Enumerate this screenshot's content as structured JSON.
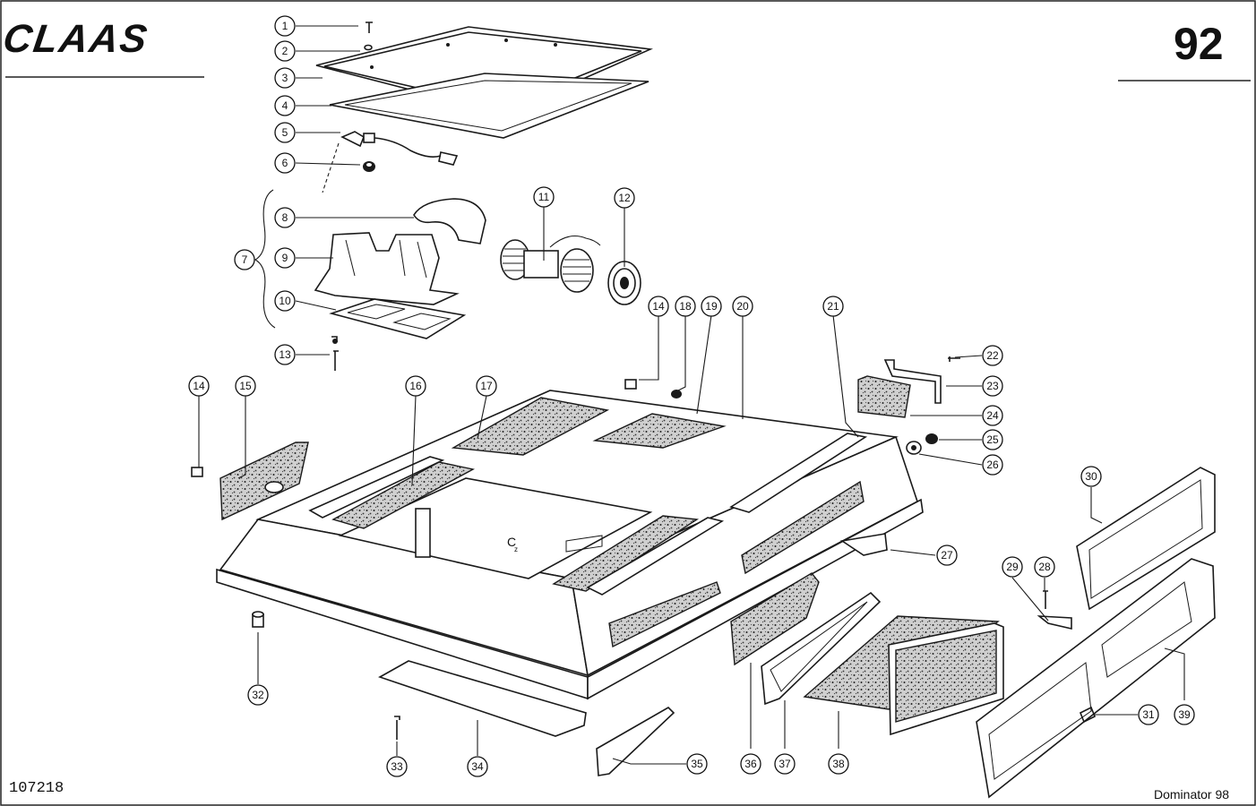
{
  "header": {
    "brand": "CLAAS",
    "page_number": "92"
  },
  "footer": {
    "figure_code": "107218",
    "model": "Dominator 98"
  },
  "callouts": [
    "1",
    "2",
    "3",
    "4",
    "5",
    "6",
    "7",
    "8",
    "9",
    "10",
    "11",
    "12",
    "13",
    "14",
    "18",
    "19",
    "20",
    "21",
    "22",
    "23",
    "24",
    "25",
    "26",
    "14",
    "15",
    "16",
    "17",
    "27",
    "28",
    "29",
    "30",
    "31",
    "39",
    "32",
    "33",
    "34",
    "35",
    "36",
    "37",
    "38"
  ],
  "diagram_marks": {
    "chassis_label": "C",
    "chassis_label_sub": "z"
  }
}
